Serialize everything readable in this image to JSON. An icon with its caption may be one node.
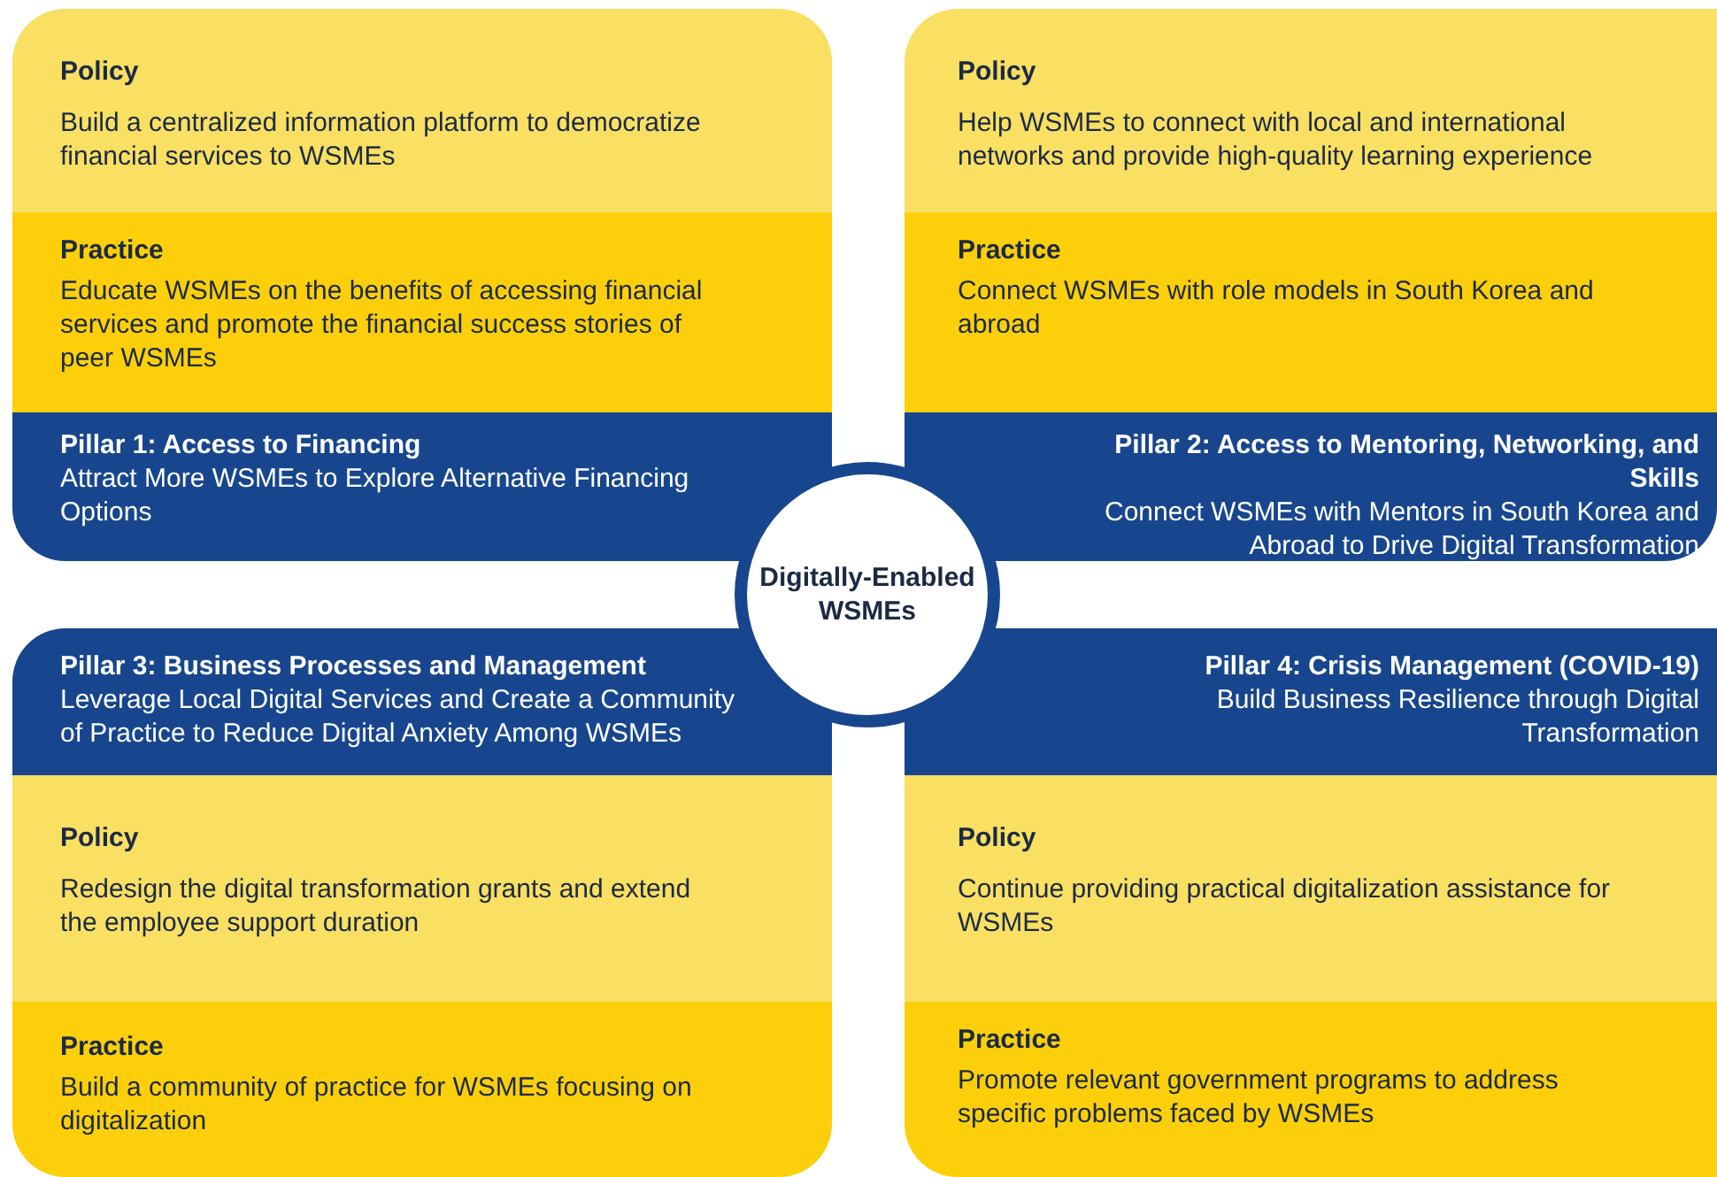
{
  "diagram": {
    "nodes": [
      {
        "text": [
          "Policy",
          "Build a centralized information platform to democratize financial services to WSMEs"
        ]
      },
      {
        "text": [
          "Policy",
          "Help WSMEs to connect with local and international networks and provide high-quality learning experience"
        ]
      },
      {
        "text": [
          "Practice",
          "Educate WSMEs on the benefits of accessing financial services and promote the financial success stories of peer WSMEs"
        ]
      },
      {
        "text": [
          "Practice",
          "Connect WSMEs with role models in South Korea and abroad"
        ]
      },
      {
        "text": [
          "Pillar 1: Access to Financing",
          "Attract More WSMEs to Explore Alternative Financing Options"
        ]
      },
      {
        "text": [
          "Pillar 2: Access to Mentoring, Networking, and Skills",
          "Connect WSMEs with Mentors in South Korea and Abroad to Drive Digital Transformation"
        ]
      },
      {
        "text": [
          "Digitally-Enabled WSMEs"
        ]
      },
      {
        "text": [
          "Pillar 3: Business Processes and Management",
          "Leverage Local Digital Services and Create a Community of Practice to Reduce Digital Anxiety Among WSMEs"
        ]
      },
      {
        "text": [
          "Pillar 4: Crisis Management (COVID-19)",
          "Build Business Resilience through Digital Transformation"
        ]
      },
      {
        "text": [
          "Policy",
          "Redesign the digital transformation grants and extend the employee support duration"
        ]
      },
      {
        "text": [
          "Policy",
          "Continue providing practical digitalization assistance for WSMEs"
        ]
      },
      {
        "text": [
          "Practice",
          "Build a community of practice for WSMEs focusing on digitalization"
        ]
      },
      {
        "text": [
          "Practice",
          "Promote relevant government programs to address specific problems faced by WSMEs"
        ]
      }
    ],
    "edges": []
  }
}
